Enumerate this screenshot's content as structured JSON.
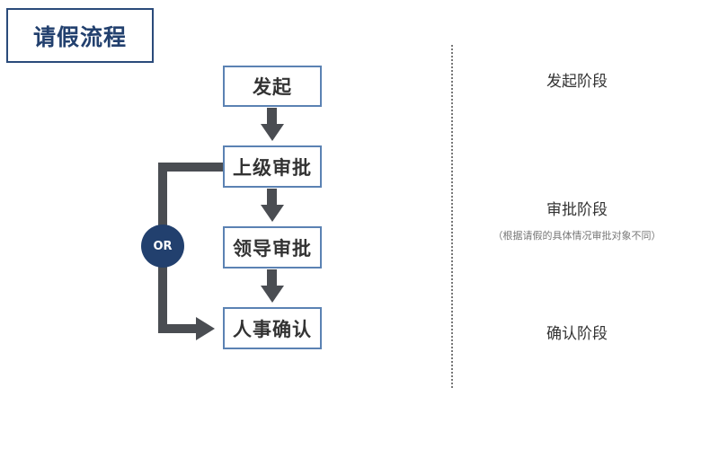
{
  "title": "请假流程",
  "flow": {
    "nodes": [
      "发起",
      "上级审批",
      "领导审批",
      "人事确认"
    ],
    "or_label": "OR"
  },
  "phases": {
    "initiate": "发起阶段",
    "approve": "审批阶段",
    "approve_note": "（根据请假的具体情况审批对象不同）",
    "confirm": "确认阶段"
  },
  "colors": {
    "title": "#22406e",
    "node_border": "#5b82b3",
    "arrow": "#4a4d52",
    "or_badge": "#22406e"
  }
}
